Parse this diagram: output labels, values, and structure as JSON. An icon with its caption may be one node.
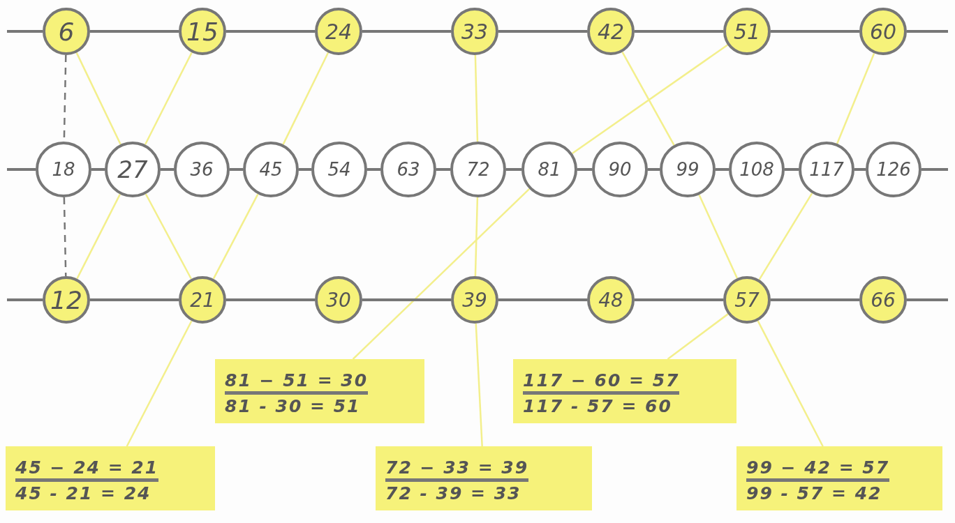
{
  "diagram": {
    "nodes": [
      {
        "text": [
          "6"
        ]
      },
      {
        "text": [
          "15"
        ]
      },
      {
        "text": [
          "24"
        ]
      },
      {
        "text": [
          "33"
        ]
      },
      {
        "text": [
          "42"
        ]
      },
      {
        "text": [
          "51"
        ]
      },
      {
        "text": [
          "60"
        ]
      },
      {
        "text": [
          "18"
        ]
      },
      {
        "text": [
          "27"
        ]
      },
      {
        "text": [
          "36"
        ]
      },
      {
        "text": [
          "45"
        ]
      },
      {
        "text": [
          "54"
        ]
      },
      {
        "text": [
          "63"
        ]
      },
      {
        "text": [
          "72"
        ]
      },
      {
        "text": [
          "81"
        ]
      },
      {
        "text": [
          "90"
        ]
      },
      {
        "text": [
          "99"
        ]
      },
      {
        "text": [
          "108"
        ]
      },
      {
        "text": [
          "117"
        ]
      },
      {
        "text": [
          "126"
        ]
      },
      {
        "text": [
          "12"
        ]
      },
      {
        "text": [
          "21"
        ]
      },
      {
        "text": [
          "30"
        ]
      },
      {
        "text": [
          "39"
        ]
      },
      {
        "text": [
          "48"
        ]
      },
      {
        "text": [
          "57"
        ]
      },
      {
        "text": [
          "66"
        ]
      },
      {
        "text": [
          "81 − 51 = 30",
          "81 - 30 = 51"
        ]
      },
      {
        "text": [
          "117 − 60 = 57",
          "117 - 57 = 60"
        ]
      },
      {
        "text": [
          "45 − 24 = 21",
          "45 - 21 = 24"
        ]
      },
      {
        "text": [
          "72 − 33 = 39",
          "72 - 39 = 33"
        ]
      },
      {
        "text": [
          "99 − 42 = 57",
          "99 - 57 = 42"
        ]
      }
    ],
    "edges": [
      {
        "from": null,
        "to": 0,
        "arrow": "none"
      },
      {
        "from": 0,
        "to": 1,
        "arrow": "none"
      },
      {
        "from": 1,
        "to": 2,
        "arrow": "none"
      },
      {
        "from": 2,
        "to": 3,
        "arrow": "none"
      },
      {
        "from": 3,
        "to": 4,
        "arrow": "none"
      },
      {
        "from": 4,
        "to": 5,
        "arrow": "none"
      },
      {
        "from": 5,
        "to": 6,
        "arrow": "none"
      },
      {
        "from": 6,
        "to": null,
        "arrow": "none"
      },
      {
        "from": null,
        "to": 7,
        "arrow": "none"
      },
      {
        "from": 7,
        "to": 8,
        "arrow": "none"
      },
      {
        "from": 8,
        "to": 9,
        "arrow": "none"
      },
      {
        "from": 9,
        "to": 10,
        "arrow": "none"
      },
      {
        "from": 10,
        "to": 11,
        "arrow": "none"
      },
      {
        "from": 11,
        "to": 12,
        "arrow": "none"
      },
      {
        "from": 12,
        "to": 13,
        "arrow": "none"
      },
      {
        "from": 13,
        "to": 14,
        "arrow": "none"
      },
      {
        "from": 14,
        "to": 15,
        "arrow": "none"
      },
      {
        "from": 15,
        "to": 16,
        "arrow": "none"
      },
      {
        "from": 16,
        "to": 17,
        "arrow": "none"
      },
      {
        "from": 17,
        "to": 18,
        "arrow": "none"
      },
      {
        "from": 18,
        "to": 19,
        "arrow": "none"
      },
      {
        "from": 19,
        "to": null,
        "arrow": "none"
      },
      {
        "from": null,
        "to": 20,
        "arrow": "none"
      },
      {
        "from": 20,
        "to": 21,
        "arrow": "none"
      },
      {
        "from": 21,
        "to": 22,
        "arrow": "none"
      },
      {
        "from": 22,
        "to": 23,
        "arrow": "none"
      },
      {
        "from": 23,
        "to": 24,
        "arrow": "none"
      },
      {
        "from": 24,
        "to": 25,
        "arrow": "none"
      },
      {
        "from": 25,
        "to": 26,
        "arrow": "none"
      },
      {
        "from": 26,
        "to": null,
        "arrow": "none"
      },
      {
        "from": 0,
        "to": 7,
        "arrow": "none",
        "style": "dashed"
      },
      {
        "from": 7,
        "to": 20,
        "arrow": "none",
        "style": "dashed"
      },
      {
        "from": 0,
        "to": 8,
        "arrow": "none",
        "color": "#f3ef8c"
      },
      {
        "from": 8,
        "to": 21,
        "arrow": "none",
        "color": "#f3ef8c"
      },
      {
        "from": 1,
        "to": 8,
        "arrow": "none",
        "color": "#f3ef8c"
      },
      {
        "from": 8,
        "to": 20,
        "arrow": "none",
        "color": "#f3ef8c"
      },
      {
        "from": 2,
        "to": 10,
        "arrow": "none",
        "color": "#f3ef8c"
      },
      {
        "from": 10,
        "to": 21,
        "arrow": "none",
        "color": "#f3ef8c"
      },
      {
        "from": 21,
        "to": 29,
        "arrow": "none",
        "color": "#f3ef8c"
      },
      {
        "from": 5,
        "to": 14,
        "arrow": "none",
        "color": "#f3ef8c"
      },
      {
        "from": 14,
        "to": 27,
        "arrow": "none",
        "color": "#f3ef8c"
      },
      {
        "from": 3,
        "to": 13,
        "arrow": "none",
        "color": "#f3ef8c"
      },
      {
        "from": 13,
        "to": 23,
        "arrow": "none",
        "color": "#f3ef8c"
      },
      {
        "from": 23,
        "to": 30,
        "arrow": "none",
        "color": "#f3ef8c"
      },
      {
        "from": 4,
        "to": 16,
        "arrow": "none",
        "color": "#f3ef8c"
      },
      {
        "from": 16,
        "to": 25,
        "arrow": "none",
        "color": "#f3ef8c"
      },
      {
        "from": 25,
        "to": 31,
        "arrow": "none",
        "color": "#f3ef8c"
      },
      {
        "from": 6,
        "to": 18,
        "arrow": "none",
        "color": "#f3ef8c"
      },
      {
        "from": 18,
        "to": 25,
        "arrow": "none",
        "color": "#f3ef8c"
      },
      {
        "from": 25,
        "to": 28,
        "arrow": "none",
        "color": "#f3ef8c"
      }
    ]
  }
}
